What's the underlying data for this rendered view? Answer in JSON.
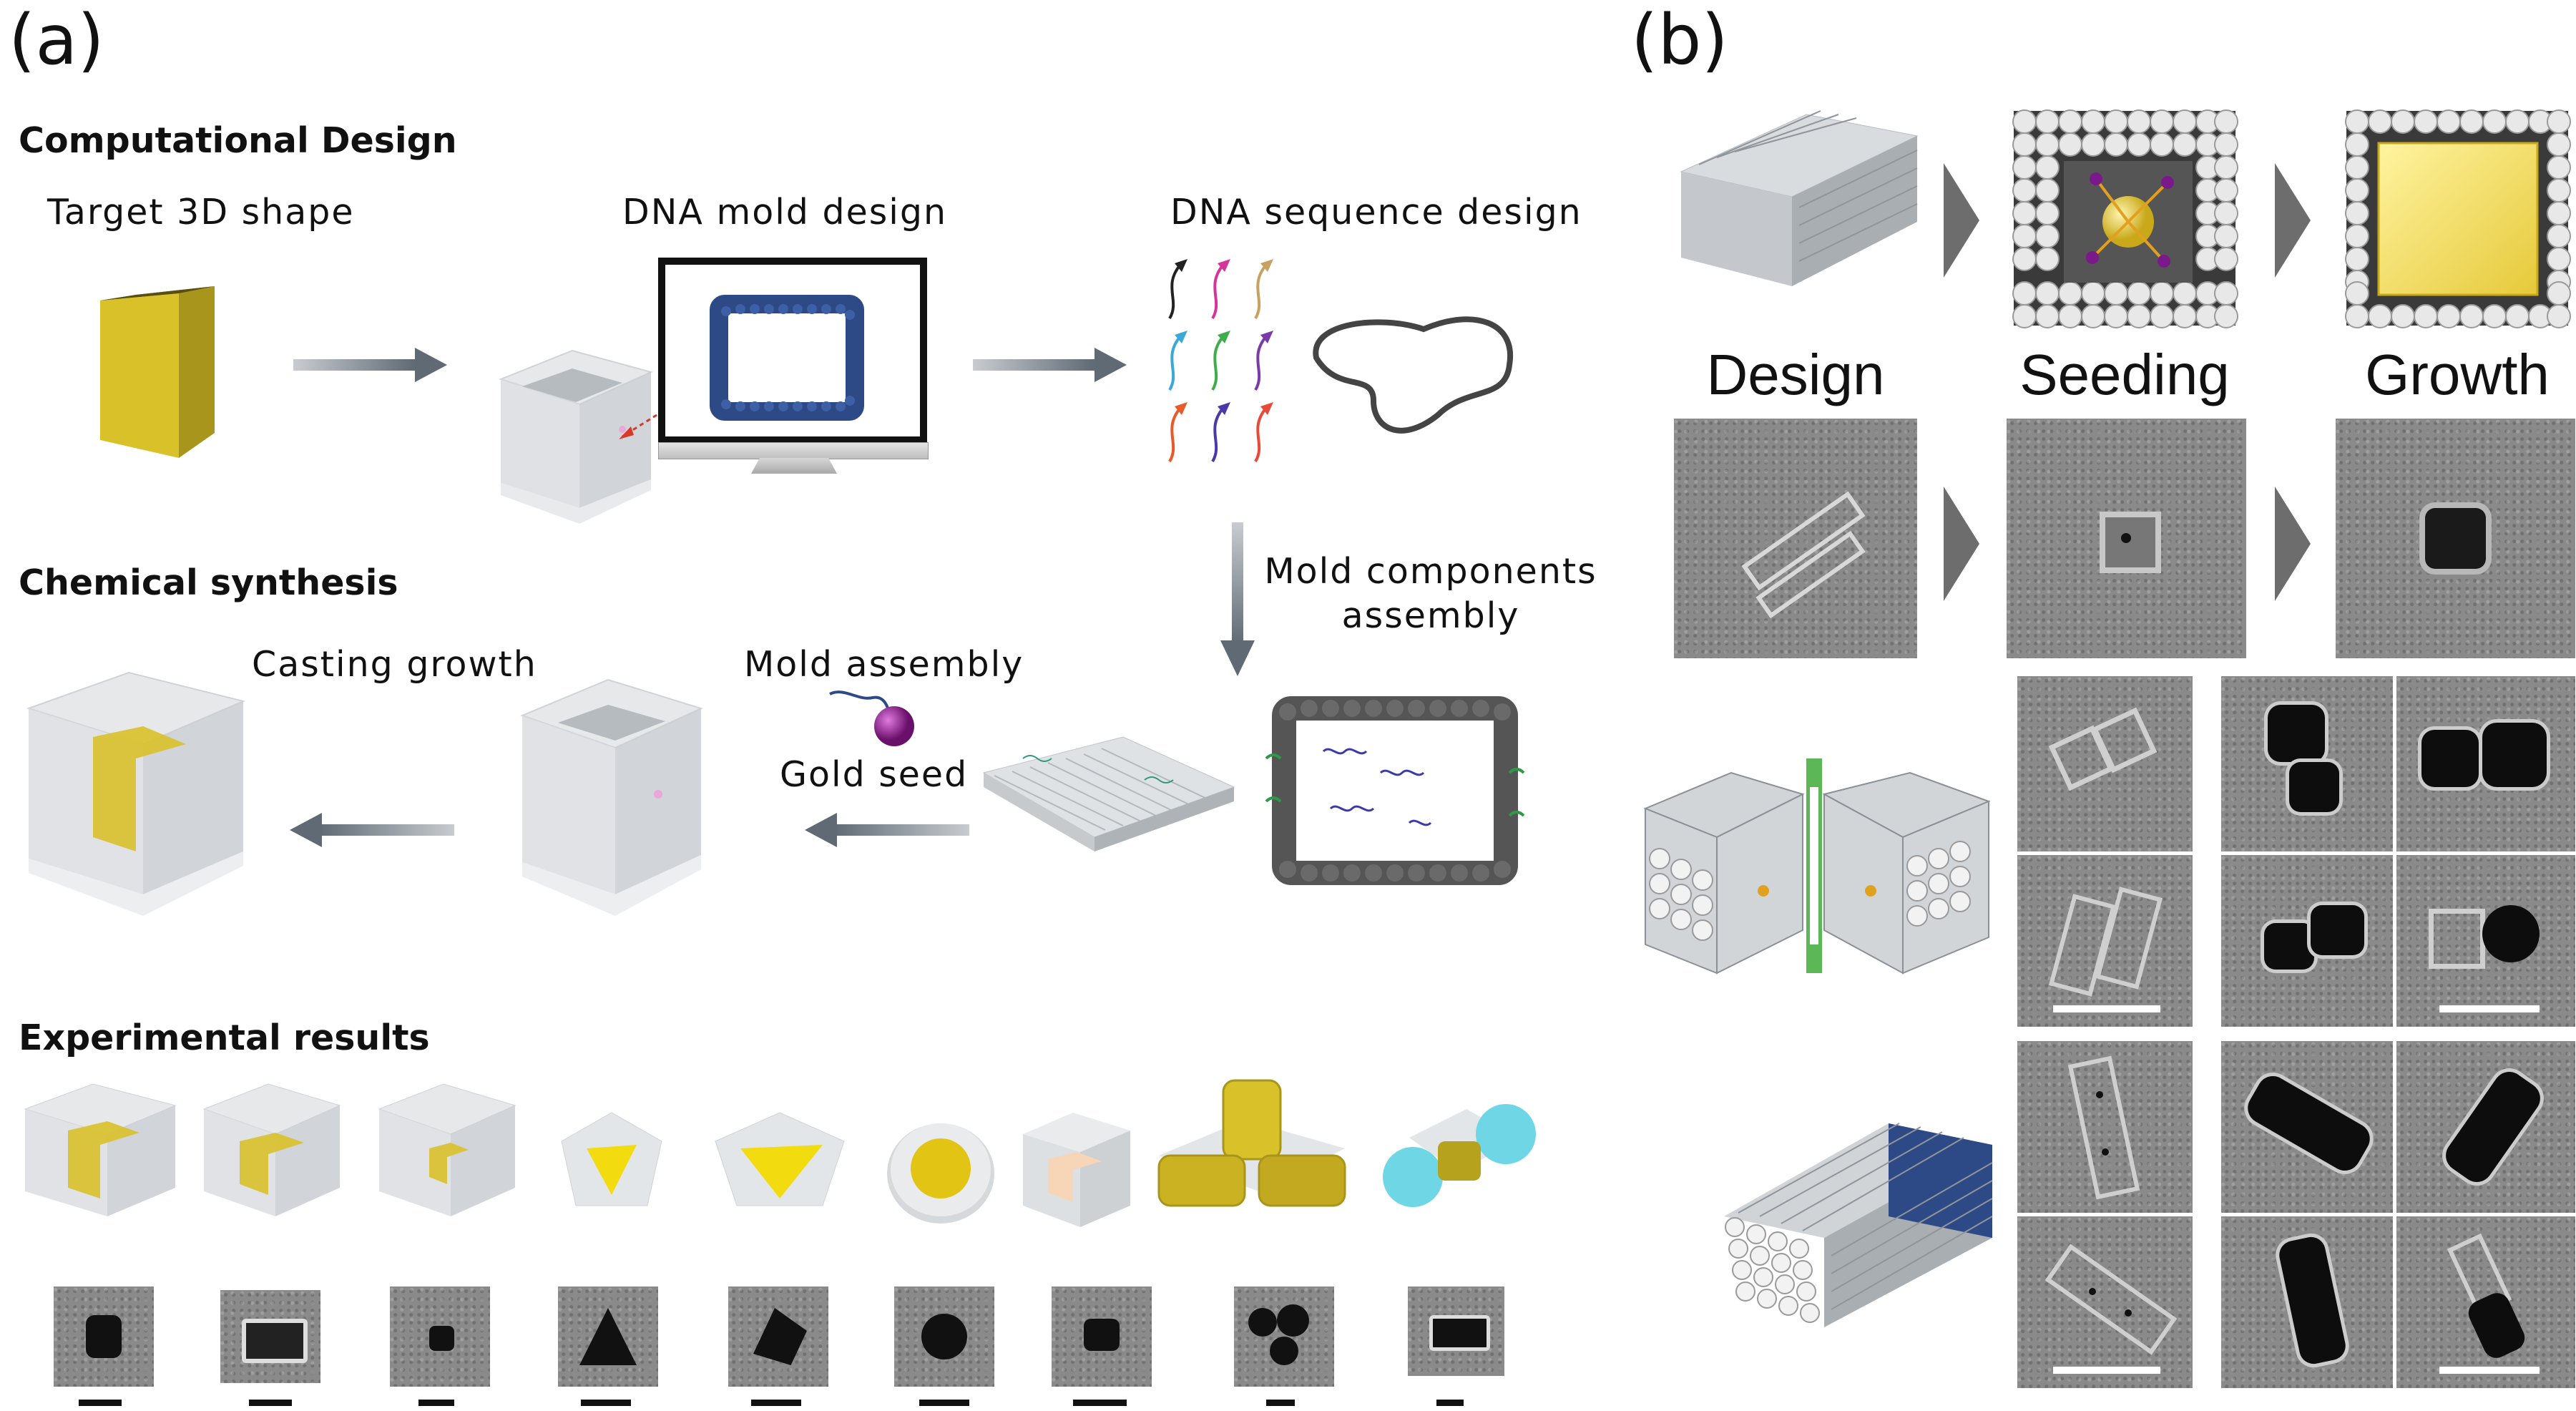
{
  "panel_a": {
    "letter": "(a)",
    "computational_design": {
      "title": "Computational Design",
      "steps": [
        "Target 3D shape",
        "DNA mold design",
        "DNA sequence design"
      ]
    },
    "chemical_synthesis": {
      "title": "Chemical synthesis",
      "mold_components_assembly": [
        "Mold components",
        "assembly"
      ],
      "mold_assembly": "Mold assembly",
      "gold_seed": "Gold seed",
      "casting_growth": "Casting growth"
    },
    "experimental_results": {
      "title": "Experimental results"
    }
  },
  "panel_b": {
    "letter": "(b)",
    "stages": [
      "Design",
      "Seeding",
      "Growth"
    ]
  },
  "colors": {
    "gold": "#d9c12a",
    "arrow_gray": "#707a84",
    "chevron_gray": "#6d6d6d",
    "dna_blue": "#2e4a86",
    "seed_purple": "#8a1a8a",
    "cyan": "#6fd6e6"
  }
}
